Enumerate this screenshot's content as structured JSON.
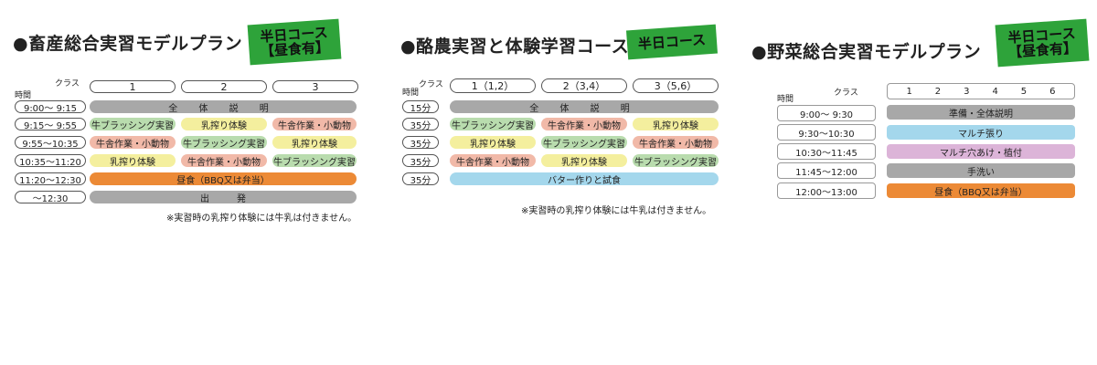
{
  "section1": {
    "title": "●畜産総合実習モデルプラン",
    "badge_lines": [
      "半日コース",
      "【昼食有】"
    ],
    "class_label": "クラス",
    "time_label": "時間",
    "classes": [
      "1",
      "2",
      "3"
    ],
    "rows": [
      {
        "time": "9:00～ 9:15",
        "span": "全 体 説 明"
      },
      {
        "time": "9:15～ 9:55",
        "cells": [
          "牛ブラッシング実習",
          "乳搾り体験",
          "牛舎作業・小動物"
        ]
      },
      {
        "time": "9:55～10:35",
        "cells": [
          "牛舎作業・小動物",
          "牛ブラッシング実習",
          "乳搾り体験"
        ]
      },
      {
        "time": "10:35～11:20",
        "cells": [
          "乳搾り体験",
          "牛舎作業・小動物",
          "牛ブラッシング実習"
        ]
      },
      {
        "time": "11:20～12:30",
        "span": "昼食（BBQ又は弁当）"
      },
      {
        "time": "～12:30",
        "span": "出　　　発"
      }
    ],
    "note": "※実習時の乳搾り体験には牛乳は付きません。"
  },
  "section2": {
    "title": "●酪農実習と体験学習コース",
    "badge": "半日コース",
    "class_label": "クラス",
    "time_label": "時間",
    "classes": [
      "1（1,2）",
      "2（3,4）",
      "3（5,6）"
    ],
    "rows": [
      {
        "time": "15分",
        "span": "全 体 説 明"
      },
      {
        "time": "35分",
        "cells": [
          "牛ブラッシング実習",
          "牛舎作業・小動物",
          "乳搾り体験"
        ]
      },
      {
        "time": "35分",
        "cells": [
          "乳搾り体験",
          "牛ブラッシング実習",
          "牛舎作業・小動物"
        ]
      },
      {
        "time": "35分",
        "cells": [
          "牛舎作業・小動物",
          "乳搾り体験",
          "牛ブラッシング実習"
        ]
      },
      {
        "time": "35分",
        "span": "バター作りと試食"
      }
    ],
    "note": "※実習時の乳搾り体験には牛乳は付きません。"
  },
  "section3": {
    "title": "●野菜総合実習モデルプラン",
    "badge_lines": [
      "半日コース",
      "【昼食有】"
    ],
    "class_label": "クラス",
    "time_label": "時間",
    "classes": [
      "1",
      "2",
      "3",
      "4",
      "5",
      "6"
    ],
    "rows": [
      {
        "time": "9:00～ 9:30",
        "span": "準備・全体説明"
      },
      {
        "time": "9:30～10:30",
        "span": "マルチ張り"
      },
      {
        "time": "10:30～11:45",
        "span": "マルチ穴あけ・植付"
      },
      {
        "time": "11:45～12:00",
        "span": "手洗い"
      },
      {
        "time": "12:00～13:00",
        "span": "昼食（BBQ又は弁当）"
      }
    ]
  },
  "colors": {
    "badge_green": "#2ea33a",
    "gray": "#a8a8a8",
    "green": "#b9dcae",
    "pink": "#f1b9a8",
    "yellow": "#f4ef9e",
    "orange": "#ec8a36",
    "blue": "#a4d7ec",
    "purple": "#dcb4d8"
  }
}
